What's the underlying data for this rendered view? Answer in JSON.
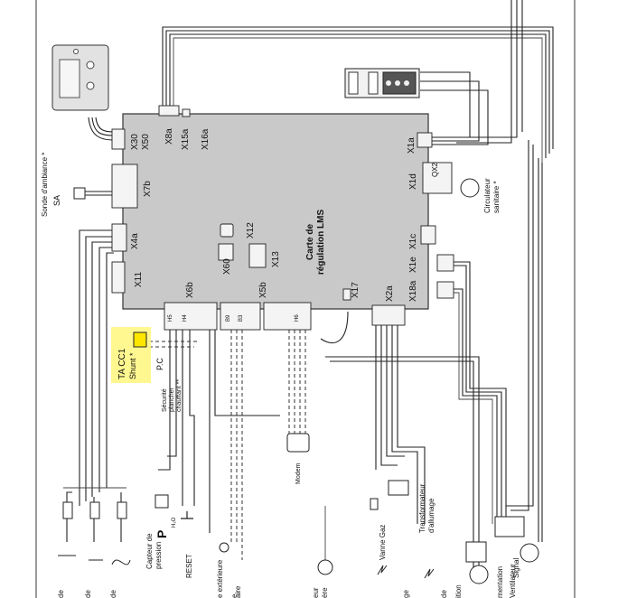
{
  "board": {
    "title_line1": "Carte de",
    "title_line2": "régulation LMS"
  },
  "connectors": {
    "x30": "X30",
    "x50": "X50",
    "x8a": "X8a",
    "x15a": "X15a",
    "x16a": "X16a",
    "x7b": "X7b",
    "x4a": "X4a",
    "x11": "X11",
    "x6b": "X6b",
    "x5b": "X5b",
    "x60": "X60",
    "x12": "X12",
    "x13": "X13",
    "x17": "X17",
    "x2a": "X2a",
    "x18a": "X18a",
    "x1e": "X1e",
    "x1c": "X1c",
    "x1d": "X1d",
    "x1a": "X1a",
    "qx2": "QX2"
  },
  "terminals": {
    "h5": "H5",
    "h4": "H4",
    "b9": "B9",
    "b3": "B3",
    "h6": "H6"
  },
  "components": {
    "sonde_ambiance": "Sonde d'ambiance *",
    "sa": "SA",
    "ta_cc1": "TA CC1",
    "shunt": "Shunt *",
    "pc": "P.C",
    "securite_1": "Sécurité",
    "securite_2": "plancher",
    "securite_3": "chauffant **",
    "modem": "Modem",
    "capteur_1": "Capteur de",
    "capteur_2": "pression",
    "h2o": "H₂O",
    "p": "P",
    "reset": "RESET",
    "sonde_ext": "e extérieure",
    "aire": "aire",
    "vanne_gaz": "Vanne Gaz",
    "transfo_1": "Transformateur",
    "transfo_2": "d'allumage",
    "circ_1": "Circulateur",
    "circ_2": "sanitaire *",
    "mentation": "mentation",
    "ventilateur": "Ventilateur",
    "signal": "Signal",
    "bottom_de1": "de",
    "bottom_de2": "de",
    "bottom_de3": "de",
    "bottom_ge": "ge",
    "bottom_de4": "de",
    "bottom_ition": "ition",
    "bottom_eur": "eur",
    "bottom_ere": "ère",
    "bottom_e": "e"
  }
}
